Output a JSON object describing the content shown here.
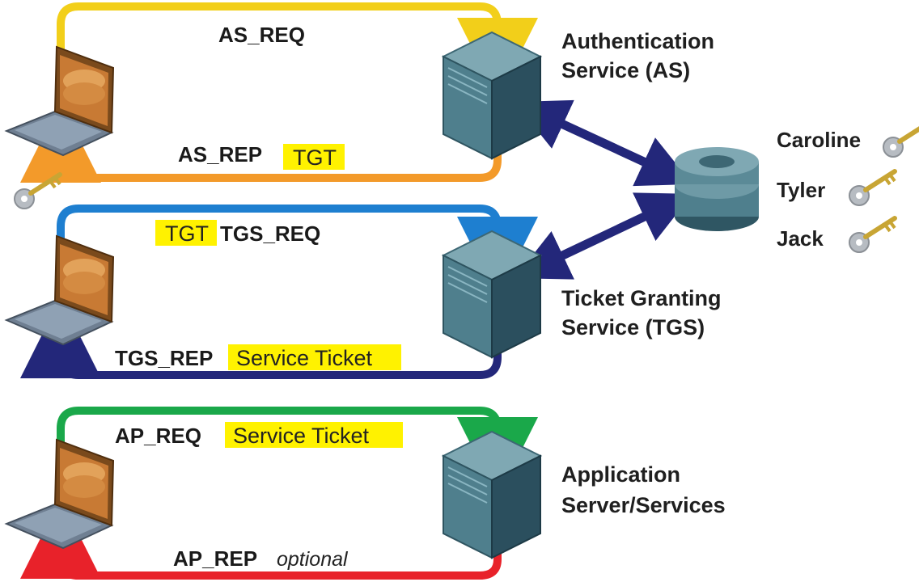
{
  "flows": {
    "as_req": "AS_REQ",
    "as_rep": "AS_REP",
    "as_rep_tag": "TGT",
    "tgs_req_tag": "TGT",
    "tgs_req": "TGS_REQ",
    "tgs_rep": "TGS_REP",
    "tgs_rep_tag": "Service Ticket",
    "ap_req": "AP_REQ",
    "ap_req_tag": "Service Ticket",
    "ap_rep": "AP_REP",
    "ap_rep_note": "optional"
  },
  "services": {
    "as_line1": "Authentication",
    "as_line2": "Service (AS)",
    "tgs_line1": "Ticket Granting",
    "tgs_line2": "Service (TGS)",
    "app_line1": "Application",
    "app_line2": "Server/Services"
  },
  "users": [
    "Caroline",
    "Tyler",
    "Jack"
  ],
  "colors": {
    "as_req": "#f2cf1a",
    "as_rep": "#f39a2a",
    "tgs_req": "#1e7fd0",
    "tgs_rep": "#23277a",
    "ap_req": "#1aa84a",
    "ap_rep": "#e8222a",
    "db_link": "#23277a",
    "highlight": "#fff200"
  },
  "icons": [
    "laptop-icon",
    "server-icon",
    "database-icon",
    "key-icon"
  ]
}
